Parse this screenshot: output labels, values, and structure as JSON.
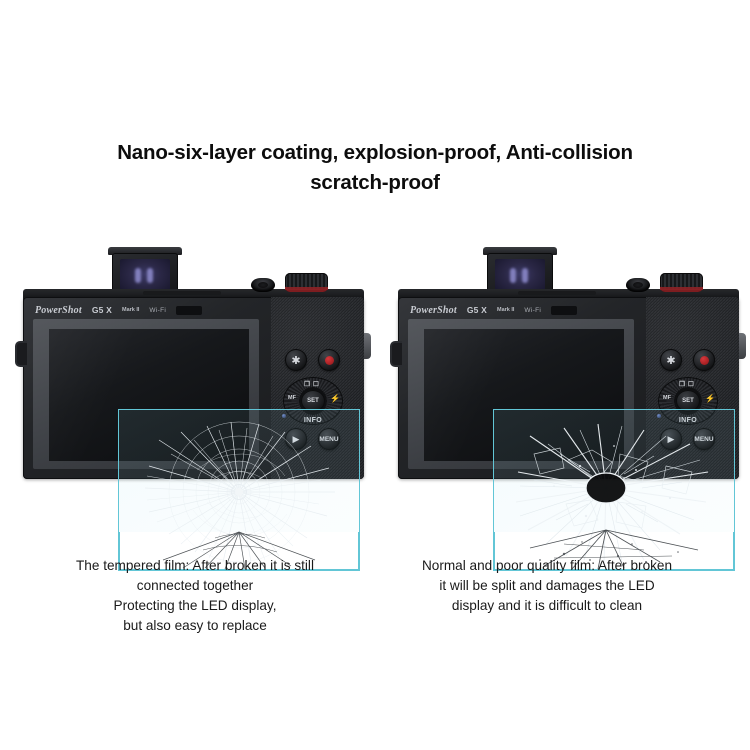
{
  "headline": {
    "line1": "Nano-six-layer coating, explosion-proof, Anti-collision",
    "line2": "scratch-proof"
  },
  "camera": {
    "brand": "PowerShot",
    "model": "G5 X",
    "model_suffix": "Mark II",
    "wifi_label": "Wi-Fi",
    "controls": {
      "ae_lock": "✱",
      "record": "record-dot",
      "playback": "▶",
      "menu": "MENU",
      "dial_center": "SET",
      "dial_top": "❐☐",
      "dial_left": "MF",
      "dial_right": "⚡",
      "dial_bottom": "INFO"
    }
  },
  "panels": [
    {
      "id": "tempered-film",
      "film_type": "tempered",
      "caption_lines": [
        "The tempered film: After broken it is still",
        "connected together",
        "Protecting the LED display,",
        "but also easy to replace"
      ]
    },
    {
      "id": "normal-film",
      "film_type": "normal",
      "caption_lines": [
        "Normal and poor quality film: After broken",
        "it will be split and damages the LED",
        "display and it is difficult to clean"
      ]
    }
  ],
  "colors": {
    "background": "#ffffff",
    "text": "#1a1a1a",
    "film_border": "#62c6d6",
    "body_dark": "#23252 8",
    "accent_red": "#8d2226"
  }
}
